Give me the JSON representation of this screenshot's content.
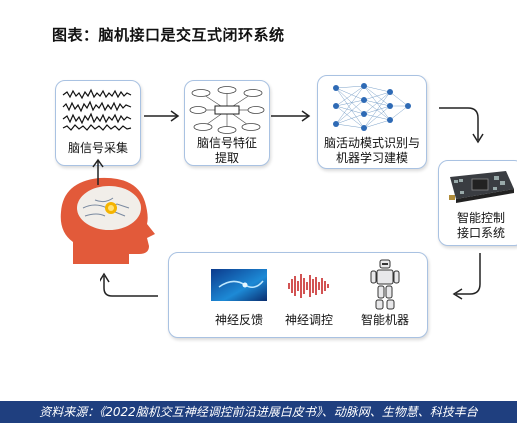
{
  "title": "图表：脑机接口是交互式闭环系统",
  "steps": {
    "signal_acquisition": "脑信号采集",
    "feature_extraction": "脑信号特征\n提取",
    "pattern_recognition": "脑活动模式识别与\n机器学习建模",
    "control_interface": "智能控制\n接口系统"
  },
  "outputs": {
    "neural_feedback": "神经反馈",
    "neuromodulation": "神经调控",
    "intelligent_machine": "智能机器"
  },
  "source": "资料来源：《2022脑机交互神经调控前沿进展白皮书》、动脉网、生物慧、科技丰台"
}
